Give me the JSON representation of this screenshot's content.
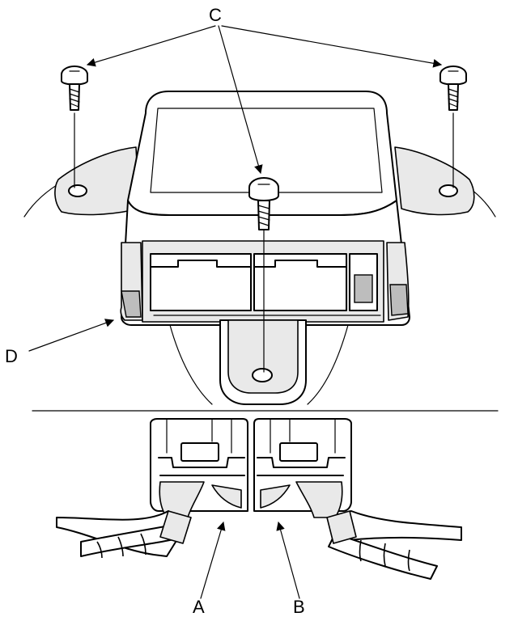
{
  "labels": {
    "a": "A",
    "b": "B",
    "c": "C",
    "d": "D"
  },
  "colors": {
    "line": "#000000",
    "shade": "#e9e9e9",
    "dark_shade": "#bdbdbd",
    "background": "#ffffff"
  }
}
